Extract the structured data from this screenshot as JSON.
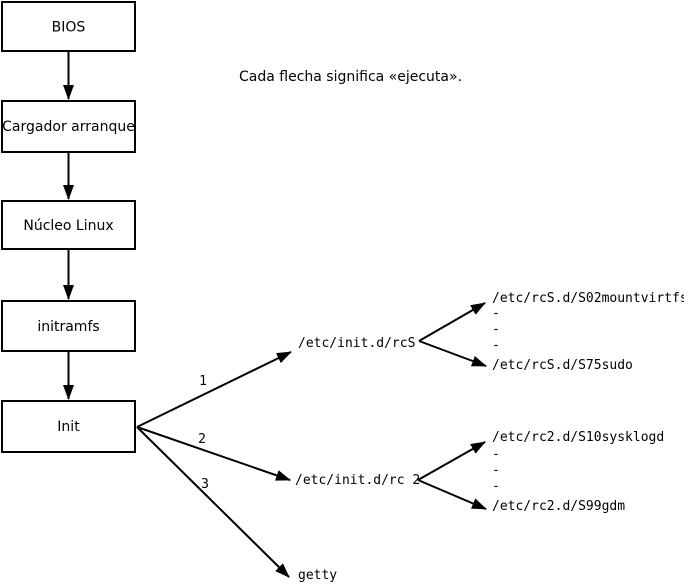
{
  "note": {
    "text": "Cada flecha significa «ejecuta»."
  },
  "boot_chain": [
    {
      "label": "BIOS"
    },
    {
      "label": "Cargador arranque"
    },
    {
      "label": "Núcleo Linux"
    },
    {
      "label": "initramfs"
    },
    {
      "label": "Init"
    }
  ],
  "init_branches": [
    {
      "number": "1",
      "target": "/etc/init.d/rcS",
      "scripts": [
        {
          "label": "/etc/rcS.d/S02mountvirtfs"
        },
        {
          "label": "/etc/rcS.d/S75sudo"
        }
      ],
      "dashes": [
        "-",
        "-",
        "-"
      ]
    },
    {
      "number": "2",
      "target": "/etc/init.d/rc 2",
      "scripts": [
        {
          "label": "/etc/rc2.d/S10sysklogd"
        },
        {
          "label": "/etc/rc2.d/S99gdm"
        }
      ],
      "dashes": [
        "-",
        "-",
        "-"
      ]
    },
    {
      "number": "3",
      "target": "getty"
    }
  ],
  "colors": {
    "background": "#ffffff",
    "line": "#000000",
    "text": "#000000"
  }
}
